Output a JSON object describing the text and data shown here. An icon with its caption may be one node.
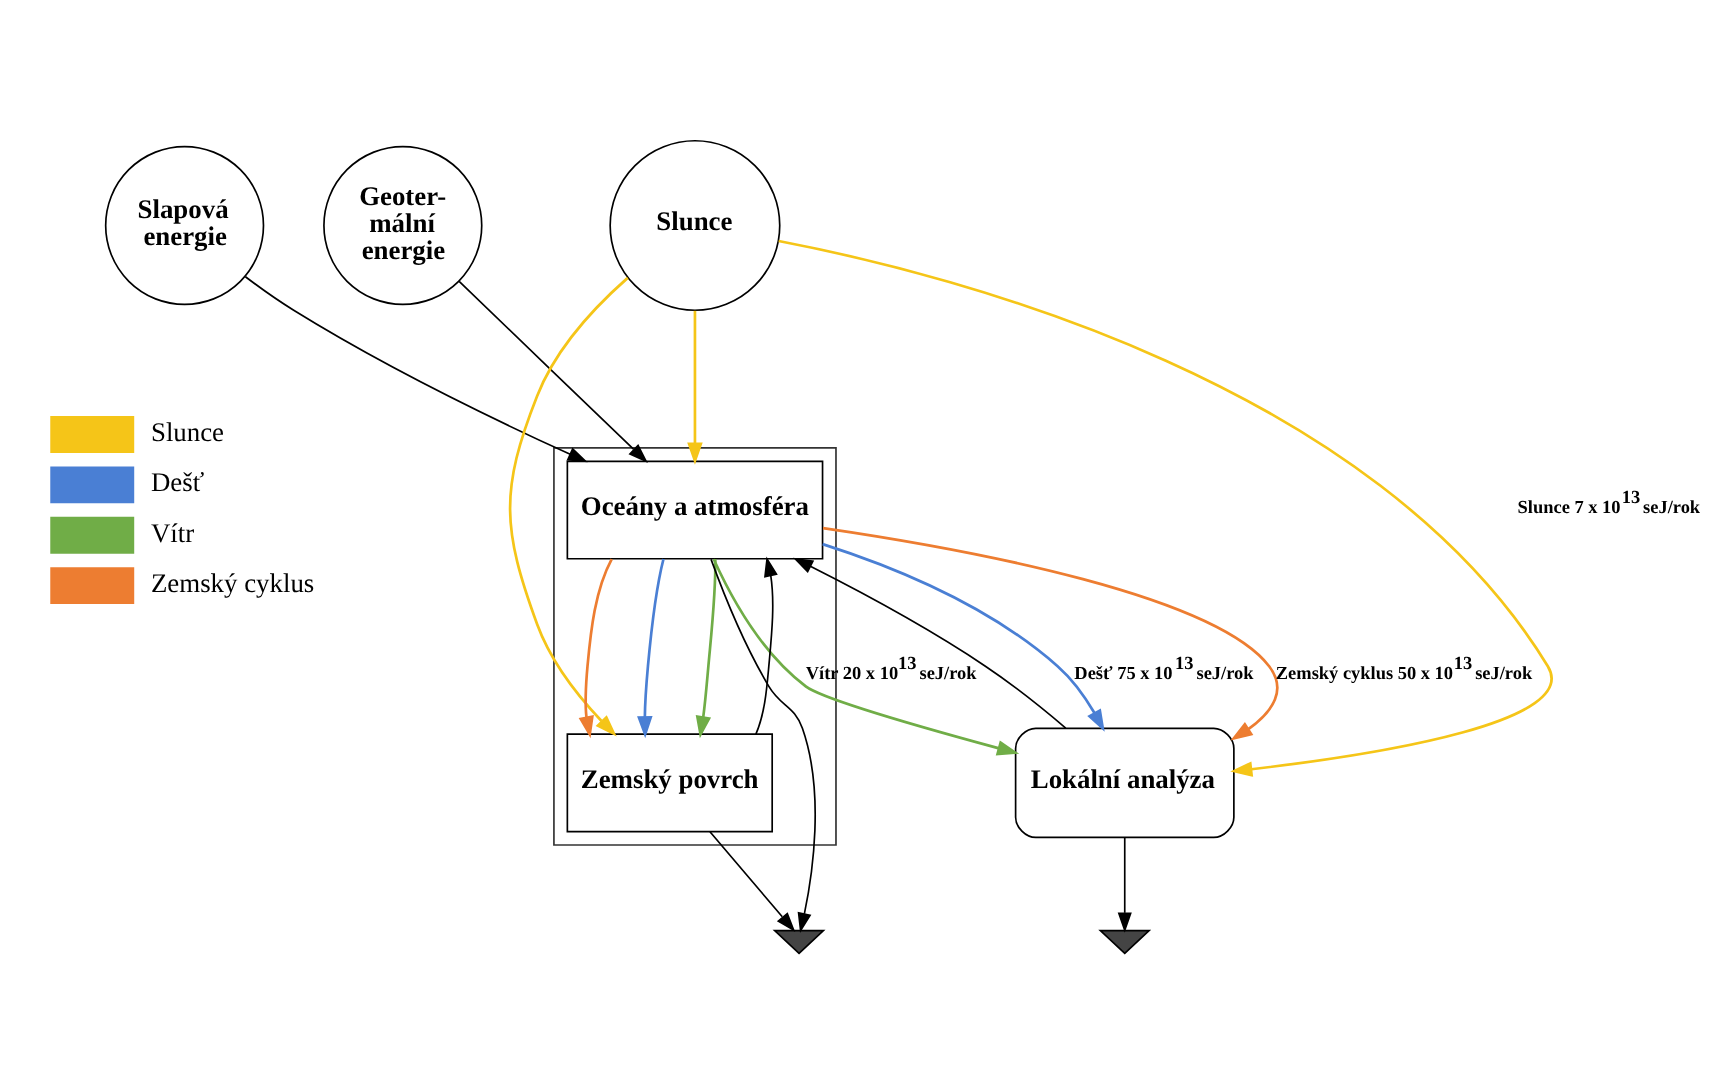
{
  "diagram": {
    "nodes": [
      {
        "text": [
          "Geoter- mální energie"
        ]
      },
      {
        "text": [
          "Slapová energie"
        ]
      },
      {
        "text": [
          "Slunce"
        ]
      },
      {
        "text": [],
        "shape": "box"
      },
      {
        "text": [
          "Oceány a atmosféra"
        ],
        "in": 3
      },
      {
        "text": [
          "Zemský povrch"
        ],
        "in": 3
      },
      {
        "text": [
          "Lokální analýza"
        ]
      },
      {
        "text": [],
        "shape": "ground"
      },
      {
        "text": [],
        "shape": "ground"
      }
    ],
    "edges": [
      {
        "from": 0,
        "to": 4,
        "arrow": "to"
      },
      {
        "from": 1,
        "to": 4,
        "arrow": "to"
      },
      {
        "from": 2,
        "to": 4,
        "arrow": "to",
        "color": "#f5c518"
      },
      {
        "from": 2,
        "to": 5,
        "arrow": "to",
        "color": "#f5c518"
      },
      {
        "from": 4,
        "to": 5,
        "arrow": "to",
        "color": "#ed7d31"
      },
      {
        "from": 4,
        "to": 5,
        "arrow": "to",
        "color": "#4a7fd4"
      },
      {
        "from": 4,
        "to": 5,
        "arrow": "to",
        "color": "#70ad47"
      },
      {
        "from": 5,
        "to": 4,
        "arrow": "to"
      },
      {
        "from": 4,
        "to": 7,
        "arrow": "to"
      },
      {
        "from": 5,
        "to": 7,
        "arrow": "to"
      },
      {
        "from": 4,
        "to": 6,
        "arrow": "to",
        "color": "#4a7fd4",
        "label": "Dešť 75 x 10$^{13}$ seJ/rok"
      },
      {
        "from": 4,
        "to": 6,
        "arrow": "to",
        "color": "#ed7d31",
        "label": "Zemský cyklus 50 x 10$^{13}$ seJ/rok"
      },
      {
        "from": 2,
        "to": 6,
        "arrow": "to",
        "color": "#f5c518",
        "label": "Slunce 7 x 10$^{13}$ seJ/rok"
      },
      {
        "from": 4,
        "to": 6,
        "arrow": "to",
        "color": "#70ad47",
        "label": "Vítr 20 x 10$^{13}$ seJ/rok"
      },
      {
        "from": 6,
        "to": 4,
        "arrow": "to"
      },
      {
        "from": 6,
        "to": 8,
        "arrow": "to"
      }
    ],
    "legend": [
      {
        "text": "Slunce",
        "color": "#f5c518"
      },
      {
        "text": "Dešť",
        "color": "#4a7fd4"
      },
      {
        "text": "Vítr",
        "color": "#70ad47"
      },
      {
        "text": "Zemský cyklus",
        "color": "#ed7d31"
      }
    ]
  }
}
